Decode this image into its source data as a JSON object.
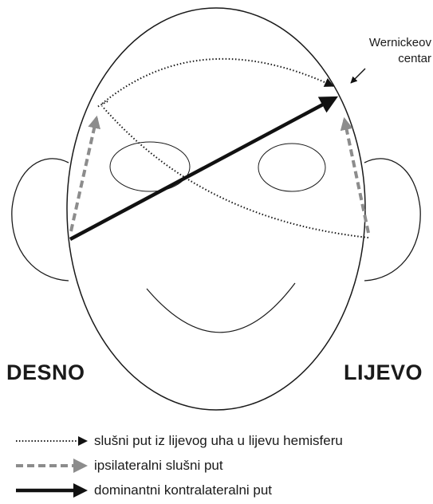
{
  "labels": {
    "right_side": "DESNO",
    "left_side": "LIJEVO",
    "callout_line1": "Wernickeov",
    "callout_line2": "centar"
  },
  "legend": [
    {
      "style": "dotted",
      "text": "slušni put iz lijevog uha u lijevu hemisferu"
    },
    {
      "style": "dashed",
      "text": "ipsilateralni slušni put"
    },
    {
      "style": "solid",
      "text": "dominantni kontralateralni put"
    }
  ],
  "colors": {
    "outline": "#1a1a1a",
    "dashed_path": "#8c8c8c",
    "background": "#ffffff"
  }
}
